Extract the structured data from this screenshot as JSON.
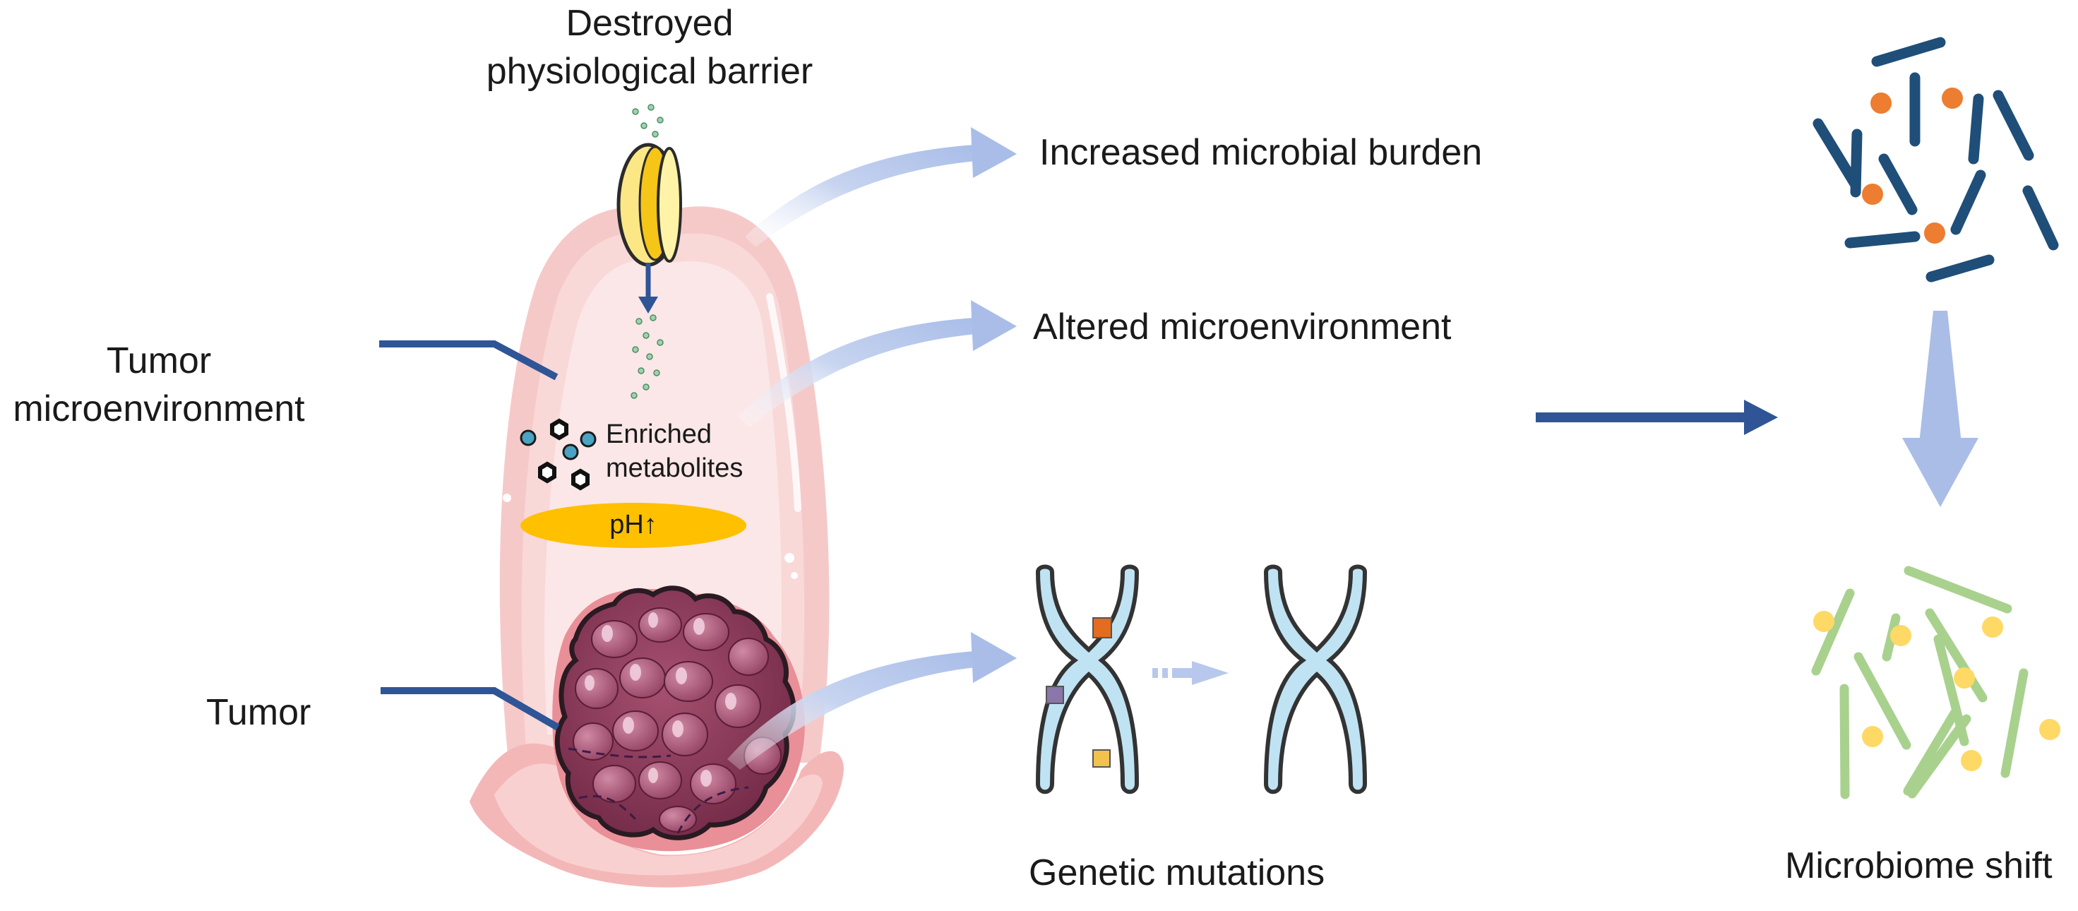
{
  "labels": {
    "barrier_line1": "Destroyed",
    "barrier_line2": "physiological barrier",
    "tme_line1": "Tumor",
    "tme_line2": "microenvironment",
    "metabolites_line1": "Enriched",
    "metabolites_line2": "metabolites",
    "ph": "pH↑",
    "tumor": "Tumor",
    "increased_burden": "Increased microbial burden",
    "altered_env": "Altered microenvironment",
    "genetic_mutations": "Genetic mutations",
    "microbiome_shift": "Microbiome shift"
  },
  "colors": {
    "arrow_light": "#aabde6",
    "arrow_dark": "#2f5597",
    "bacteria_before": "#1f4e79",
    "dots_before": "#ed7d31",
    "bacteria_after": "#a9d18e",
    "dots_after": "#ffd966",
    "ph_ellipse": "#ffc000",
    "tumor": "#8c3a5a",
    "tissue_outer": "#f6c5c5",
    "tissue_inner": "#fbe3e3",
    "chromosome": "#bfe3f3"
  }
}
